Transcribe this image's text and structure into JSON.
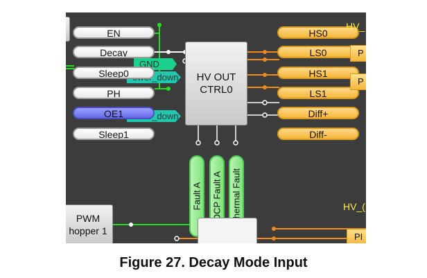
{
  "inputs": [
    {
      "label": "EN"
    },
    {
      "label": "Decay"
    },
    {
      "label": "Sleep0"
    },
    {
      "label": "PH"
    },
    {
      "label": "OE1"
    },
    {
      "label": "Sleep1"
    }
  ],
  "tags": {
    "gnd": "GND",
    "power_down_1": "ower_down",
    "power_down_2": "ower_down"
  },
  "main_block": {
    "line1": "HV OUT",
    "line2": "CTRL0"
  },
  "outputs": [
    {
      "label": "HS0"
    },
    {
      "label": "LS0"
    },
    {
      "label": "HS1"
    },
    {
      "label": "LS1"
    },
    {
      "label": "Diff+"
    },
    {
      "label": "Diff-"
    }
  ],
  "fault_outputs": [
    {
      "label": "Fault A"
    },
    {
      "label": "OCP Fault A"
    },
    {
      "label": "Thermal Fault"
    }
  ],
  "pwm_block": {
    "line1": "PWM",
    "line2": "hopper 1"
  },
  "edge_labels": {
    "hv_top": "HV_",
    "hv_bottom": "HV_(",
    "p_top1": "P",
    "p_top2": "P",
    "p_bottom": "PI"
  },
  "caption": "Figure 27. Decay Mode Input",
  "colors": {
    "canvas": "#3c3c3c",
    "wire_green": "#22e022",
    "wire_orange": "#f08a1a",
    "accent_yellow": "#ffea44"
  }
}
